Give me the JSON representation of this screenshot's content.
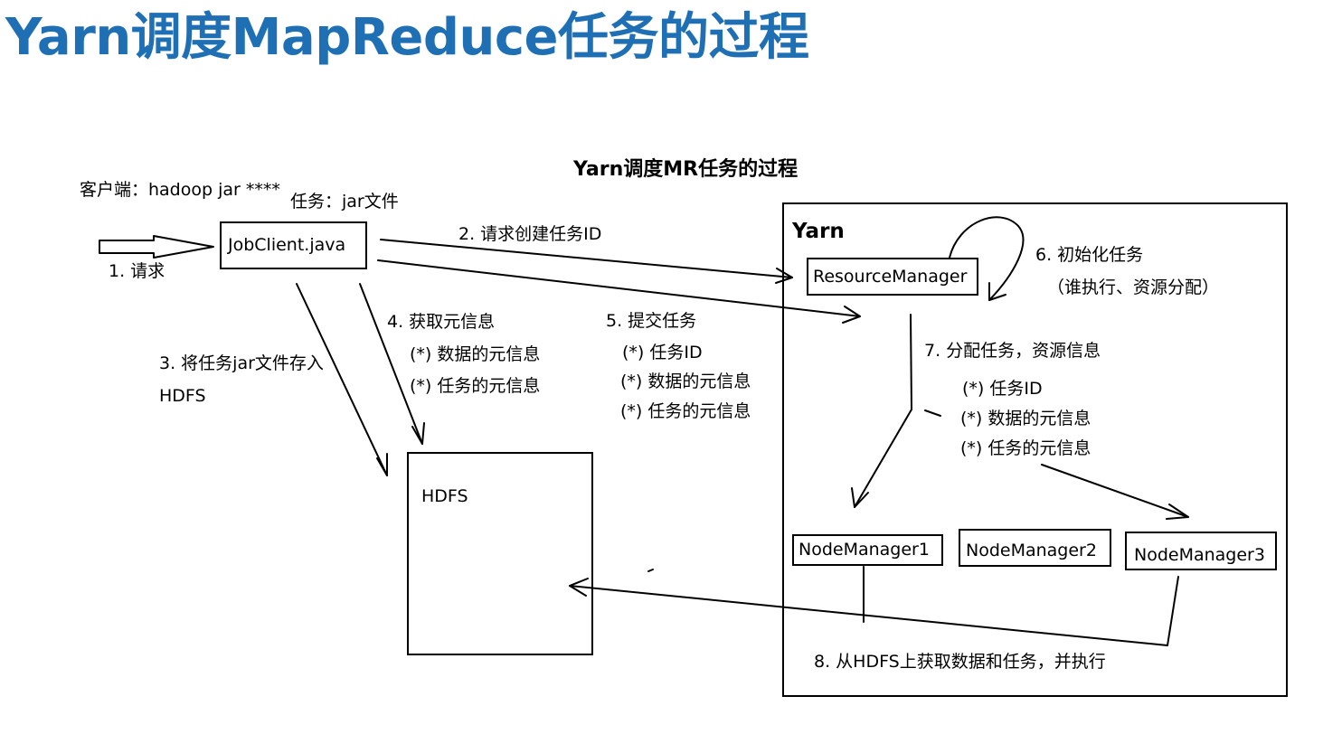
{
  "title": "Yarn调度MapReduce任务的过程",
  "diagram": {
    "subtitle": "Yarn调度MR任务的过程",
    "client_label": "客户端：hadoop jar ****",
    "job_label": "任务：jar文件",
    "step1": "1. 请求",
    "jobclient": "JobClient.java",
    "step2": "2. 请求创建任务ID",
    "step3_line1": "3. 将任务jar文件存入",
    "step3_line2": "HDFS",
    "step4": {
      "title": "4. 获取元信息",
      "items": [
        "(*) 数据的元信息",
        "(*) 任务的元信息"
      ]
    },
    "step5": {
      "title": "5. 提交任务",
      "items": [
        "(*) 任务ID",
        "(*) 数据的元信息",
        "(*) 任务的元信息"
      ]
    },
    "hdfs": "HDFS",
    "yarn": "Yarn",
    "resource_manager": "ResourceManager",
    "step6_line1": "6. 初始化任务",
    "step6_line2": "（谁执行、资源分配）",
    "step7": {
      "title": "7. 分配任务，资源信息",
      "items": [
        "(*) 任务ID",
        "(*) 数据的元信息",
        "(*) 任务的元信息"
      ]
    },
    "node_managers": [
      "NodeManager1",
      "NodeManager2",
      "NodeManager3"
    ],
    "step8": "8. 从HDFS上获取数据和任务，并执行"
  }
}
